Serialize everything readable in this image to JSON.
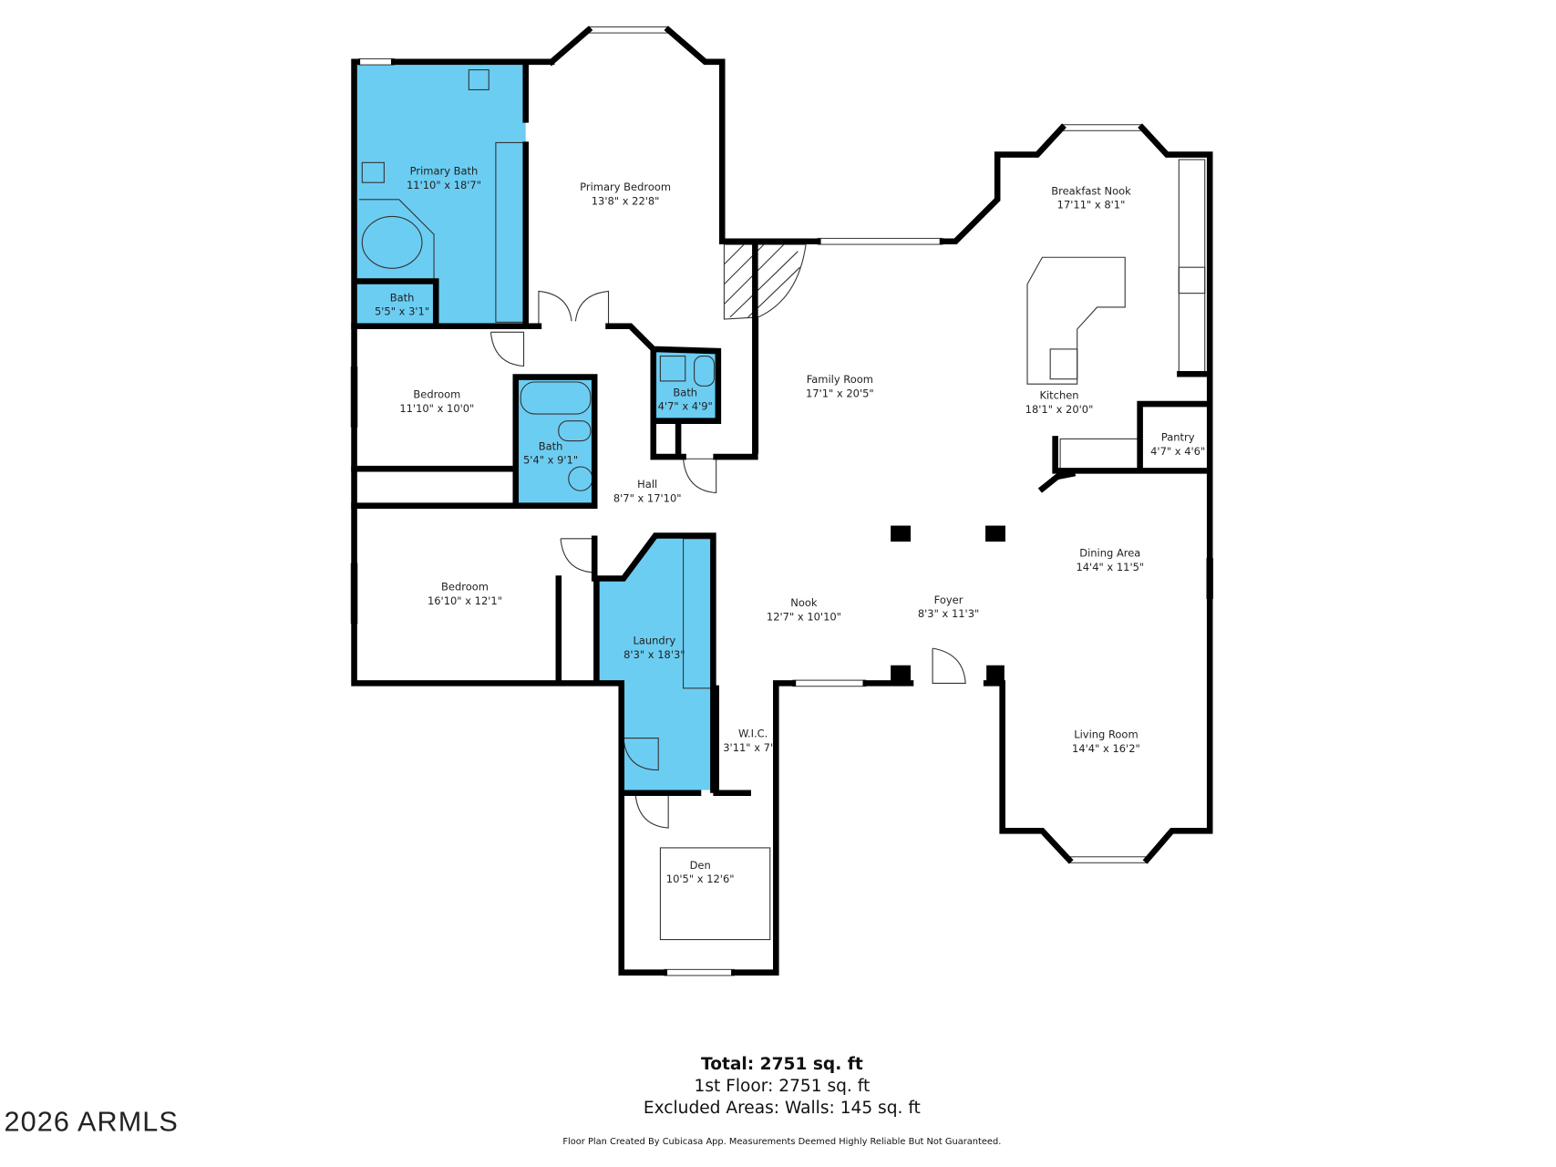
{
  "floorplan": {
    "rooms": [
      {
        "name": "Primary Bath",
        "dims": "11'10\" x 18'7\""
      },
      {
        "name": "Primary Bedroom",
        "dims": "13'8\" x 22'8\""
      },
      {
        "name": "Bath",
        "dims": "5'5\" x 3'1\""
      },
      {
        "name": "Bedroom",
        "dims": "11'10\" x 10'0\""
      },
      {
        "name": "Bath",
        "dims": "5'4\" x 9'1\""
      },
      {
        "name": "Bath",
        "dims": "4'7\" x 4'9\""
      },
      {
        "name": "Hall",
        "dims": "8'7\" x 17'10\""
      },
      {
        "name": "Bedroom",
        "dims": "16'10\" x 12'1\""
      },
      {
        "name": "Laundry",
        "dims": "8'3\" x 18'3\""
      },
      {
        "name": "W.I.C.",
        "dims": "3'11\" x 7'"
      },
      {
        "name": "Den",
        "dims": "10'5\" x 12'6\""
      },
      {
        "name": "Family Room",
        "dims": "17'1\" x 20'5\""
      },
      {
        "name": "Breakfast Nook",
        "dims": "17'11\" x 8'1\""
      },
      {
        "name": "Kitchen",
        "dims": "18'1\" x 20'0\""
      },
      {
        "name": "Pantry",
        "dims": "4'7\" x 4'6\""
      },
      {
        "name": "Dining Area",
        "dims": "14'4\" x 11'5\""
      },
      {
        "name": "Nook",
        "dims": "12'7\" x 10'10\""
      },
      {
        "name": "Foyer",
        "dims": "8'3\" x 11'3\""
      },
      {
        "name": "Living Room",
        "dims": "14'4\" x 16'2\""
      }
    ],
    "wet_room_color": "#6ccdf2",
    "wall_color": "#000000"
  },
  "summary": {
    "total": "Total: 2751 sq. ft",
    "floor1": "1st Floor: 2751 sq. ft",
    "excluded": "Excluded Areas: Walls: 145 sq. ft",
    "disclaimer": "Floor Plan Created By Cubicasa App. Measurements Deemed Highly Reliable But Not Guaranteed."
  },
  "watermark": "2026 ARMLS"
}
